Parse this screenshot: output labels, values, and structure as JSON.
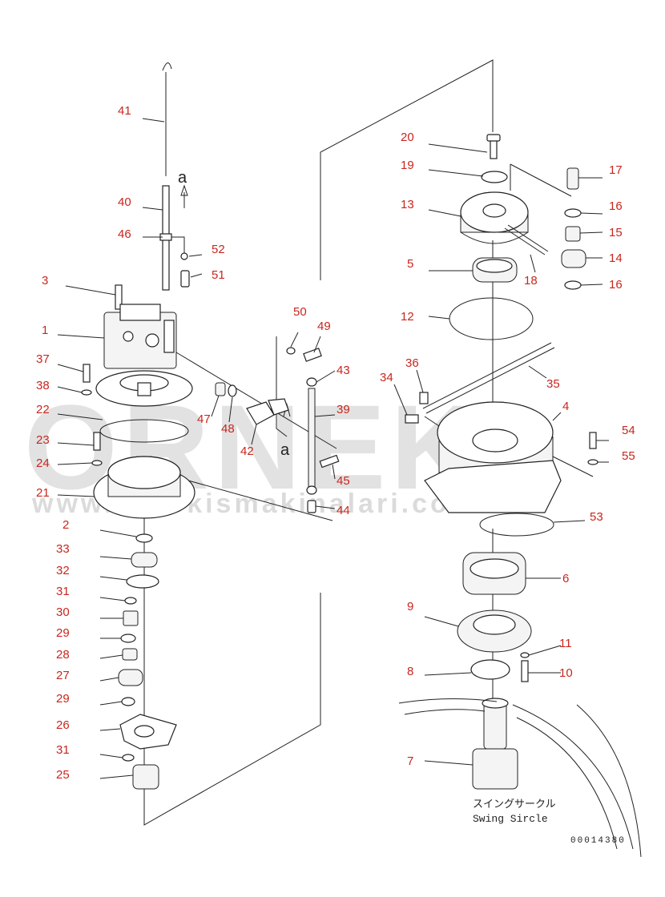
{
  "watermark": {
    "brand": "ORNEK",
    "site": "www.ornekismakinalari.com.tr"
  },
  "caption": {
    "japanese": "スイングサークル",
    "english": "Swing Sircle"
  },
  "drawing_code": "00014380",
  "ref_mark": "a",
  "callouts": [
    "1",
    "2",
    "3",
    "4",
    "5",
    "6",
    "7",
    "8",
    "9",
    "10",
    "11",
    "12",
    "13",
    "14",
    "15",
    "16",
    "16",
    "17",
    "18",
    "19",
    "20",
    "21",
    "22",
    "23",
    "24",
    "25",
    "26",
    "27",
    "28",
    "29",
    "29",
    "30",
    "31",
    "31",
    "32",
    "33",
    "34",
    "35",
    "36",
    "37",
    "38",
    "39",
    "40",
    "41",
    "42",
    "43",
    "44",
    "45",
    "46",
    "47",
    "48",
    "49",
    "50",
    "51",
    "52",
    "53",
    "54",
    "55"
  ]
}
